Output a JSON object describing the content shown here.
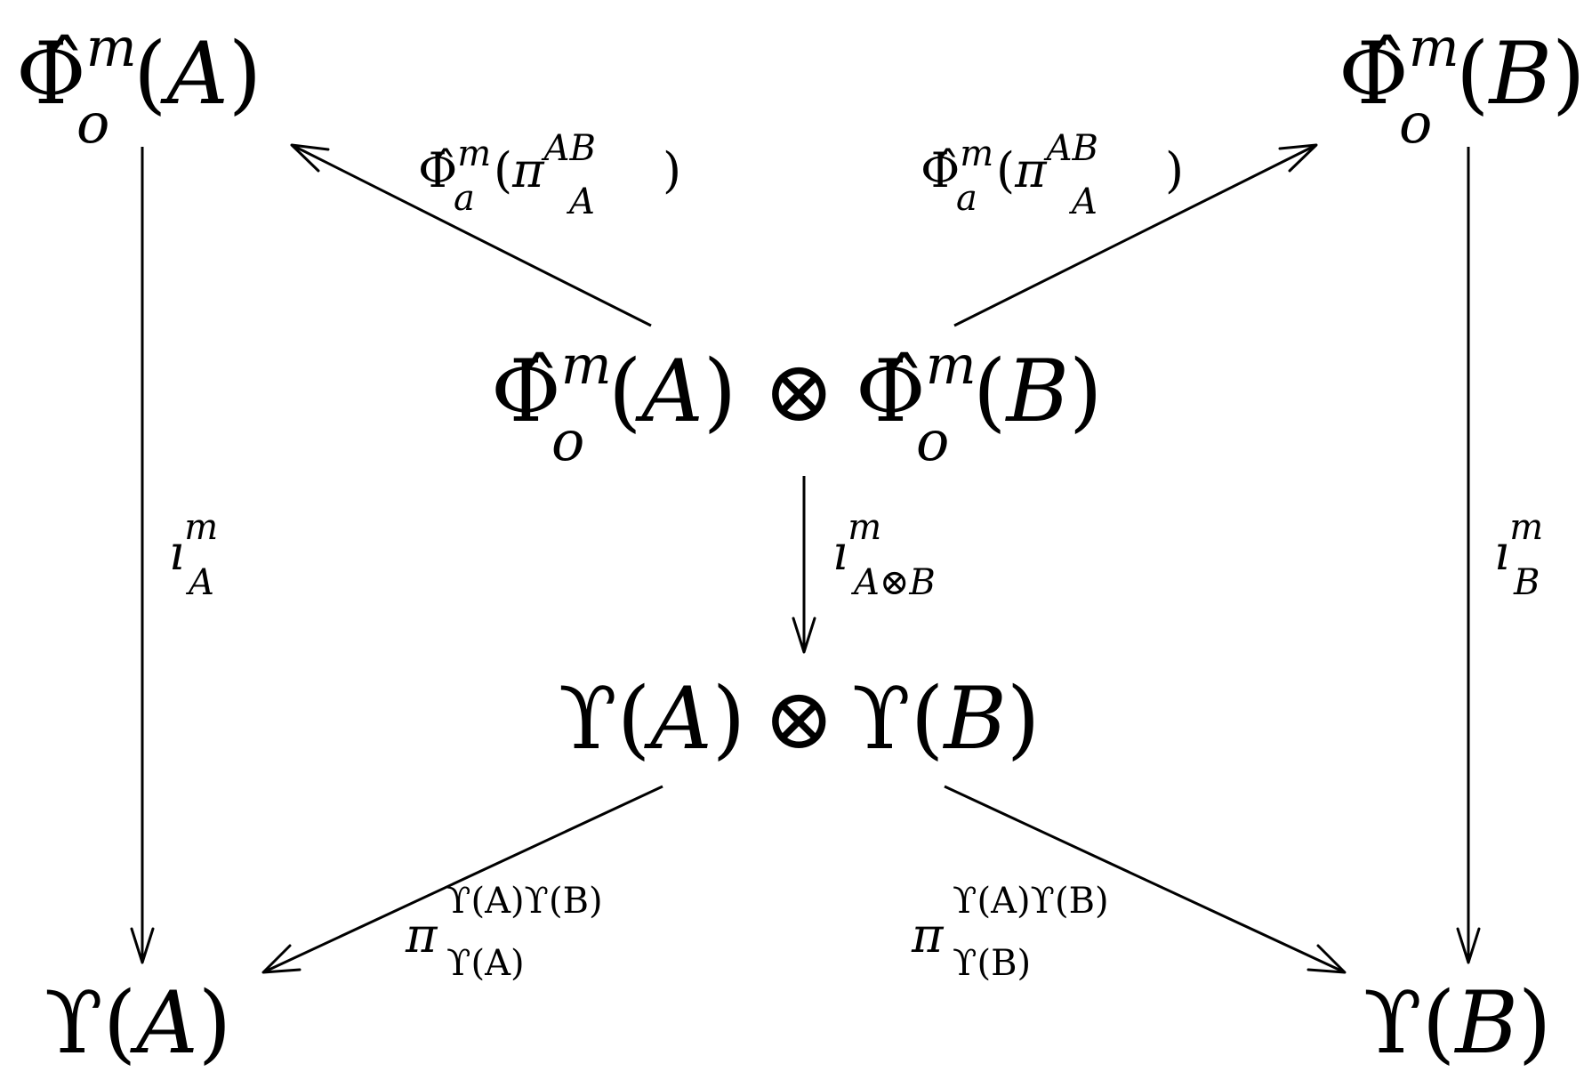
{
  "symbols": {
    "phi_hat": "Φ̂",
    "upsilon": "ϒ",
    "otimes": "⊗",
    "pi": "π",
    "imath": "ı",
    "lparen": "(",
    "rparen": ")"
  },
  "nodes": {
    "phi_o_A": {
      "base": "Φ̂",
      "sup": "m",
      "sub": "o",
      "arg": "A"
    },
    "phi_o_B": {
      "base": "Φ̂",
      "sup": "m",
      "sub": "o",
      "arg": "B"
    },
    "center_top": {
      "left": {
        "base": "Φ̂",
        "sup": "m",
        "sub": "o",
        "arg": "A"
      },
      "op": "⊗",
      "right": {
        "base": "Φ̂",
        "sup": "m",
        "sub": "o",
        "arg": "B"
      }
    },
    "center_bottom": {
      "left": {
        "base": "ϒ",
        "arg": "A"
      },
      "op": "⊗",
      "right": {
        "base": "ϒ",
        "arg": "B"
      }
    },
    "upsilon_A": {
      "base": "ϒ",
      "arg": "A"
    },
    "upsilon_B": {
      "base": "ϒ",
      "arg": "B"
    }
  },
  "labels": {
    "top_left": {
      "base": "Φ̂",
      "sup": "m",
      "sub": "a",
      "inner_base": "π",
      "inner_sup": "AB",
      "inner_sub": "A"
    },
    "top_right": {
      "base": "Φ̂",
      "sup": "m",
      "sub": "a",
      "inner_base": "π",
      "inner_sup": "AB",
      "inner_sub": "A"
    },
    "left_vertical": {
      "base": "ı",
      "sup": "m",
      "sub": "A"
    },
    "right_vertical": {
      "base": "ı",
      "sup": "m",
      "sub": "B"
    },
    "center_vertical": {
      "base": "ı",
      "sup": "m",
      "sub": "A⊗B"
    },
    "bottom_left": {
      "base": "π",
      "sup": "ϒ(A)ϒ(B)",
      "sub": "ϒ(A)"
    },
    "bottom_right": {
      "base": "π",
      "sup": "ϒ(A)ϒ(B)",
      "sub": "ϒ(B)"
    }
  }
}
